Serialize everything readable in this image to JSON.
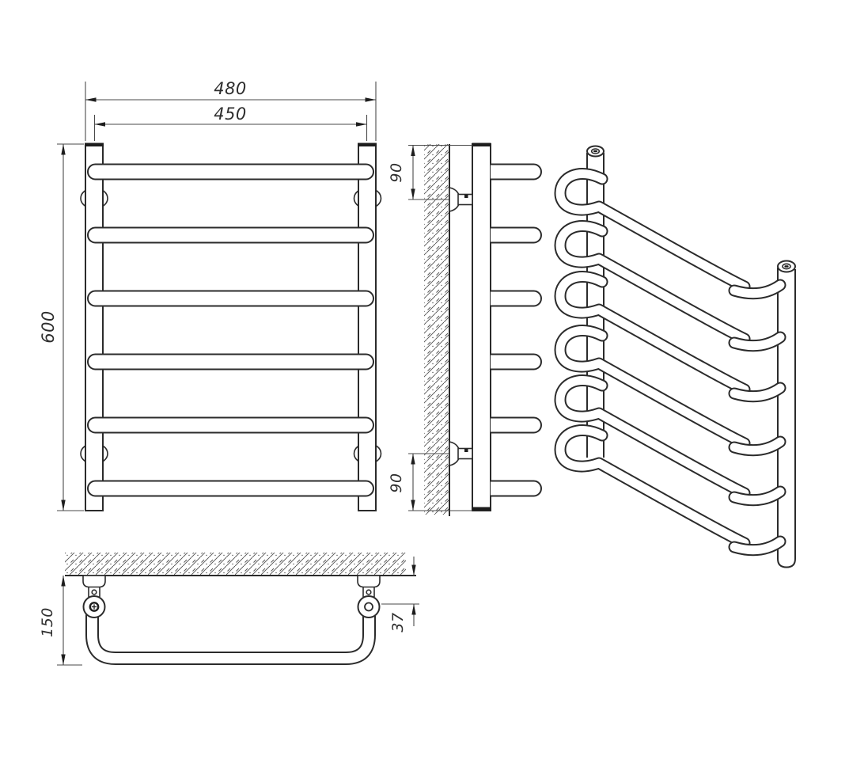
{
  "drawing": {
    "dimensions": {
      "front_width_outer": "480",
      "front_width_inner": "450",
      "front_height": "600",
      "side_offset_top": "90",
      "side_offset_bottom": "90",
      "top_depth": "150",
      "top_bracket_offset": "37"
    },
    "colors": {
      "line": "#2b2b2b",
      "dim_line": "#4a4a4a",
      "background": "#ffffff"
    }
  }
}
